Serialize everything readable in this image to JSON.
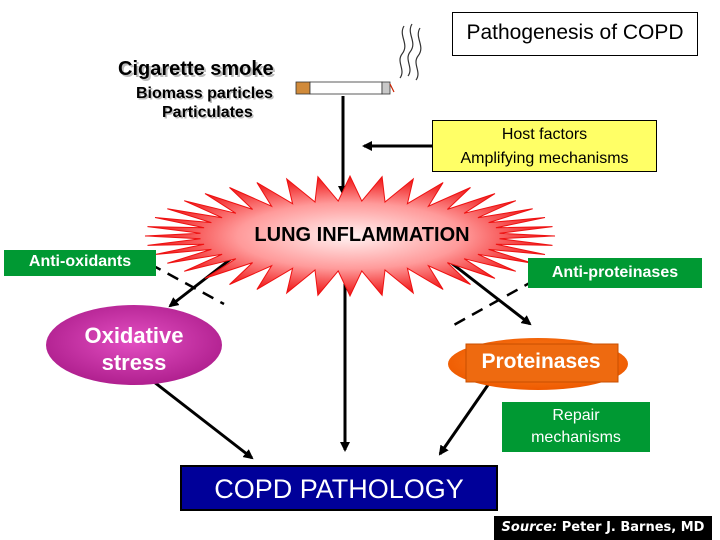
{
  "title": "Pathogenesis of COPD",
  "smoke": {
    "main": "Cigarette smoke",
    "line2": "Biomass particles",
    "line3": "Particulates"
  },
  "host": {
    "line1": "Host factors",
    "line2": "Amplifying mechanisms"
  },
  "center": "LUNG INFLAMMATION",
  "anti_oxidants": "Anti-oxidants",
  "anti_proteinases": "Anti-proteinases",
  "oxidative": {
    "line1": "Oxidative",
    "line2": "stress"
  },
  "proteinases": "Proteinases",
  "repair": {
    "line1": "Repair",
    "line2": "mechanisms"
  },
  "pathology": "COPD PATHOLOGY",
  "source": {
    "label": "Source:",
    "text": "Peter J. Barnes, MD"
  },
  "colors": {
    "starburst": "#ee1111",
    "green": "#009933",
    "magenta": "#cc33aa",
    "orange": "#ff6600",
    "navy": "#000099",
    "yellow": "#ffff66"
  }
}
